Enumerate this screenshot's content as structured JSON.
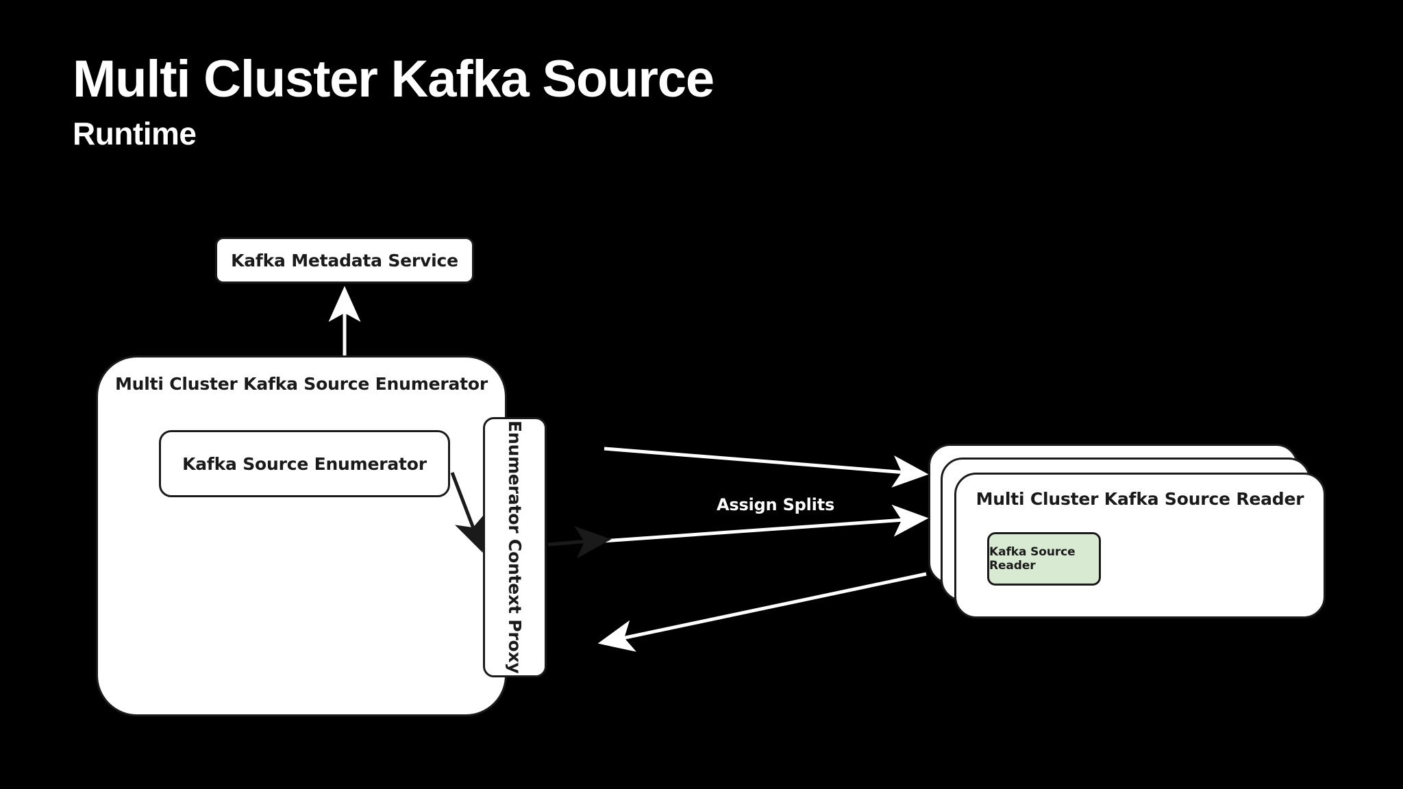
{
  "page": {
    "background_color": "#000000",
    "title": "Multi Cluster Kafka Source",
    "subtitle": "Runtime"
  },
  "colors": {
    "background": "#000000",
    "node_fill": "#ffffff",
    "node_stroke": "#1a1a1a",
    "node_text": "#1a1a1a",
    "heading_text": "#ffffff",
    "edge_white": "#ffffff",
    "edge_black": "#1a1a1a",
    "reader_inner_fill": "#d9ead3"
  },
  "nodes": {
    "kafka_metadata_service": {
      "label": "Kafka Metadata Service"
    },
    "multi_cluster_kafka_source_enumerator": {
      "label": "Multi Cluster Kafka Source Enumerator"
    },
    "kafka_source_enumerator": {
      "label": "Kafka Source Enumerator"
    },
    "enumerator_context_proxy": {
      "label": "Enumerator Context Proxy",
      "orientation": "vertical"
    },
    "multi_cluster_kafka_source_reader": {
      "label": "Multi Cluster Kafka Source Reader",
      "stack_count": 3
    },
    "kafka_source_reader": {
      "label": "Kafka Source Reader",
      "fill": "#d9ead3"
    }
  },
  "edges": {
    "enumerator_to_metadata_service": {
      "label": "",
      "direction": "up",
      "color": "#ffffff"
    },
    "kse_to_ecp": {
      "label": "",
      "direction": "down-right",
      "color": "#1a1a1a"
    },
    "ecp_out": {
      "label": "",
      "direction": "right",
      "color": "#1a1a1a"
    },
    "assign_splits_top": {
      "label": "",
      "direction": "right",
      "color": "#ffffff"
    },
    "assign_splits_mid": {
      "label": "Assign Splits",
      "direction": "right",
      "color": "#ffffff"
    },
    "reader_to_enumerator": {
      "label": "",
      "direction": "left",
      "color": "#ffffff"
    }
  },
  "labels": {
    "assign_splits": "Assign Splits"
  }
}
